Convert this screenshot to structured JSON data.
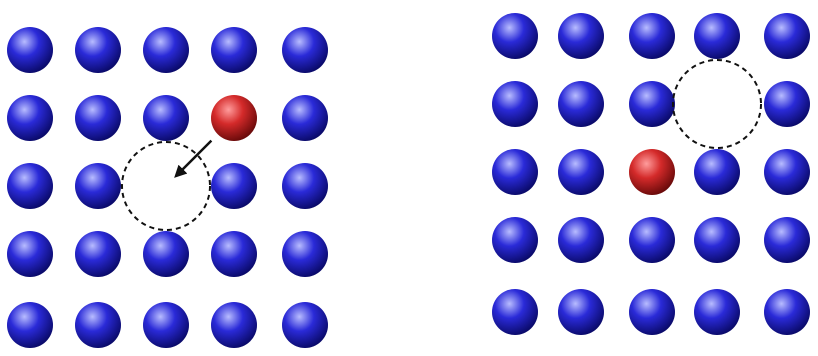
{
  "colors": {
    "host_atom": "#2a2ad8",
    "host_atom_highlight": "#b8bcff",
    "host_atom_shadow": "#0a0a6a",
    "solute_atom": "#d42a2a",
    "solute_atom_highlight": "#ff9c9c",
    "solute_atom_shadow": "#6a0a0a",
    "vacancy_outline": "#111111",
    "arrow": "#111111",
    "background": "#ffffff"
  },
  "panels": [
    {
      "id": "before-jump",
      "grid": {
        "rows": 5,
        "cols": 5
      },
      "solute_site": {
        "row": 1,
        "col": 3
      },
      "vacancy_site": {
        "row": 2,
        "col": 2
      },
      "jump_arrow": {
        "from": "solute",
        "to": "vacancy"
      }
    },
    {
      "id": "after-jump",
      "grid": {
        "rows": 5,
        "cols": 5
      },
      "solute_site": {
        "row": 2,
        "col": 2
      },
      "vacancy_site": {
        "row": 1,
        "col": 3
      },
      "jump_arrow": null
    }
  ]
}
